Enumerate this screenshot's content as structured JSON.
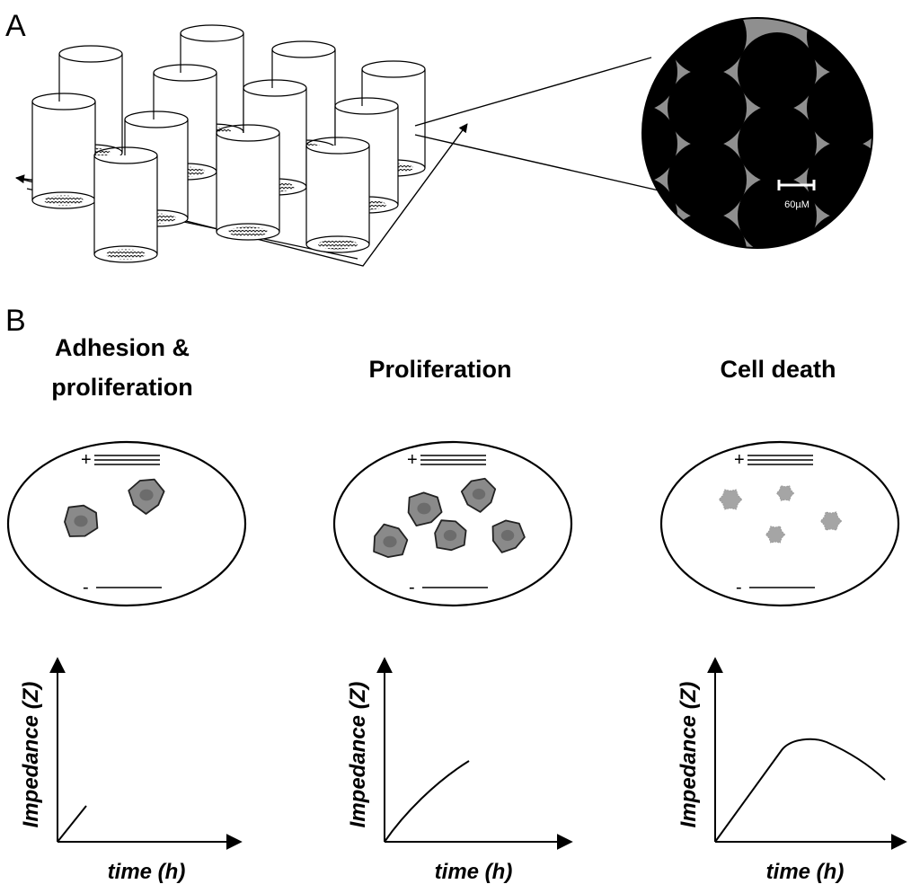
{
  "panel_a": {
    "letter": "A",
    "scale_bar_label": "60µM"
  },
  "panel_b": {
    "letter": "B",
    "stages": [
      {
        "title_lines": [
          "Adhesion &",
          "proliferation"
        ],
        "plus_sign": "+",
        "minus_sign": "-",
        "y_axis_label": "Impedance (Z)",
        "x_axis_label": "time (h)"
      },
      {
        "title_lines": [
          "Proliferation"
        ],
        "plus_sign": "+",
        "minus_sign": "-",
        "y_axis_label": "Impedance (Z)",
        "x_axis_label": "time (h)"
      },
      {
        "title_lines": [
          "Cell death"
        ],
        "plus_sign": "+",
        "minus_sign": "-",
        "y_axis_label": "Impedance (Z)",
        "x_axis_label": "time (h)"
      }
    ]
  },
  "colors": {
    "cell_fill": "#8a8a8a",
    "cell_nucleus": "#6c6c6c",
    "dead_cell": "#a5a5a5",
    "curve": "#000000",
    "micrograph_bg": "#8f8f8f",
    "micrograph_hole": "#000000"
  }
}
